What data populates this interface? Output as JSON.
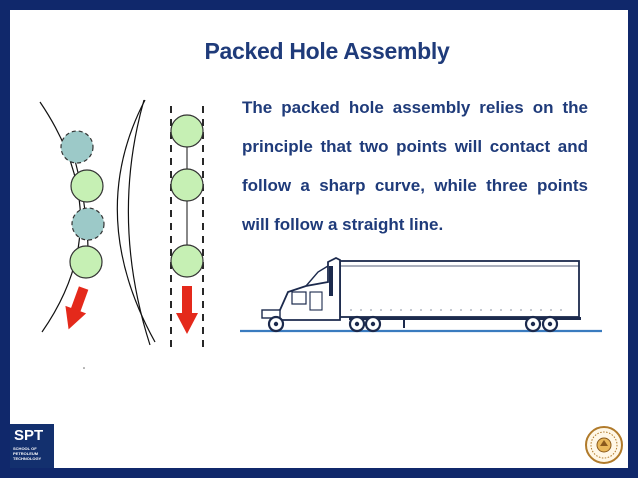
{
  "slide": {
    "title": "Packed Hole Assembly",
    "body": "The packed hole assembly relies on the principle that two points will contact and follow a sharp curve, while three points will follow a straight line."
  },
  "logo": {
    "abbr": "SPT",
    "line1": "SCHOOL OF",
    "line2": "PETROLEUM",
    "line3": "TECHNOLOGY"
  },
  "colors": {
    "frame": "#10286b",
    "text": "#1f3b7a",
    "green_circle": "#c6f0b4",
    "teal_circle": "#9cc9c8",
    "arrow": "#e4291b",
    "ground": "#3a7bbf"
  },
  "icons": {
    "seal": "university-seal-icon",
    "truck": "semi-truck-icon"
  }
}
